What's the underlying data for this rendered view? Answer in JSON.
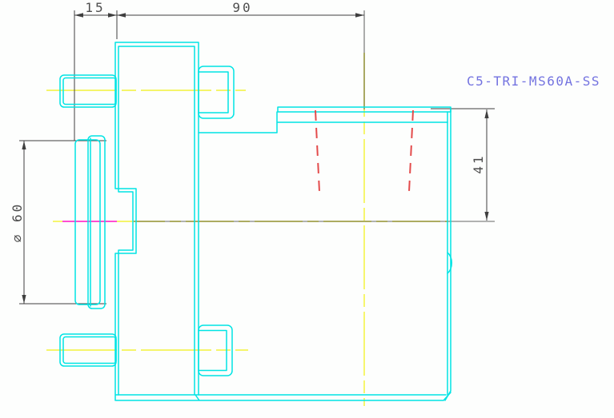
{
  "drawing": {
    "part_label": "C5-TRI-MS60A-SS",
    "dimensions": {
      "flange_offset": "15",
      "body_length": "90",
      "flange_diameter": "⌀ 60",
      "ferrule_height": "41"
    },
    "colors": {
      "geometry": "#00e4e4",
      "dimension_lines": "#3f3f3f",
      "dimension_text": "#4d4d4d",
      "centerline": "#f4f455",
      "hidden_lines": "#e34b4b",
      "section_line": "#ff4dd2",
      "label_text": "#7373e0",
      "background": "#fdfefd"
    }
  }
}
